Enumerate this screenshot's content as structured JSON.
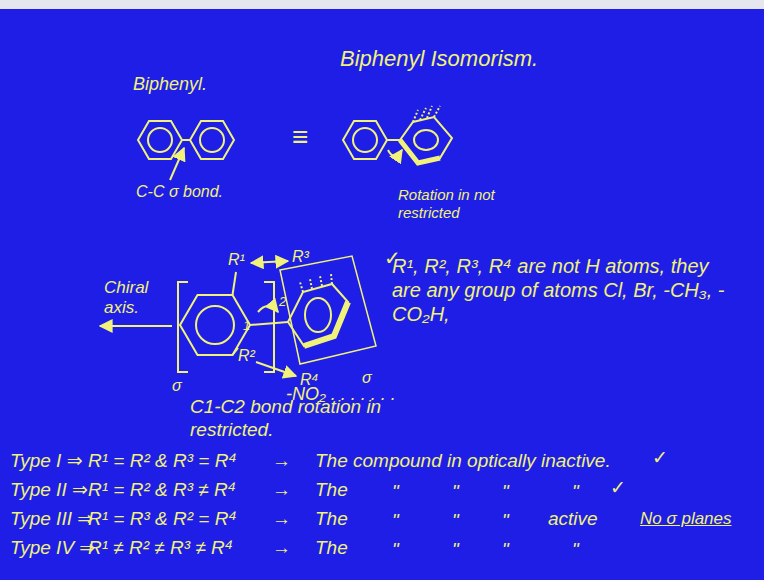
{
  "diagram": {
    "title": "Biphenyl Isomorism.",
    "labels": [
      "Biphenyl.",
      "C-C σ bond.",
      "≡",
      "Rotation in not restricted",
      "R¹",
      "R³",
      "R²",
      "R⁴",
      "1",
      "2",
      "Chiral axis.",
      "σ",
      "σ",
      "✓",
      "R¹, R², R³, R⁴ are not H atoms, they are any group of atoms Cl, Br, -CH₃, -CO₂H,",
      "-NO₂ . . . . . . .",
      "C1-C2 bond rotation in restricted.",
      "Type I ⇒",
      "R¹ = R² & R³ = R⁴",
      "→",
      "The compound in optically inactive.",
      "✓",
      "Type II ⇒",
      "R¹ = R² & R³ ≠ R⁴",
      "→",
      "The",
      "\"",
      "\"",
      "\"",
      "\"",
      "✓",
      "Type III ⇒",
      "R¹ = R³ & R² = R⁴",
      "→",
      "The",
      "\"",
      "\"",
      "\"",
      "active",
      "No σ planes",
      "Type IV ⇒",
      "R¹ ≠ R² ≠ R³ ≠ R⁴",
      "→",
      "The",
      "\"",
      "\"",
      "\"",
      "\""
    ]
  }
}
